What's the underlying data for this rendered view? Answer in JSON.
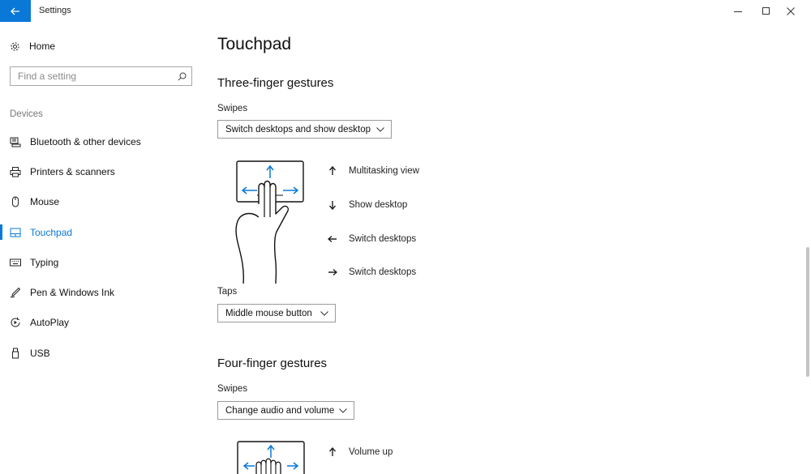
{
  "window": {
    "title": "Settings"
  },
  "sidebar": {
    "home_label": "Home",
    "search_placeholder": "Find a setting",
    "section_label": "Devices",
    "items": [
      {
        "label": "Bluetooth & other devices",
        "icon": "bluetooth-devices-icon"
      },
      {
        "label": "Printers & scanners",
        "icon": "printer-icon"
      },
      {
        "label": "Mouse",
        "icon": "mouse-icon"
      },
      {
        "label": "Touchpad",
        "icon": "touchpad-icon",
        "active": true
      },
      {
        "label": "Typing",
        "icon": "keyboard-icon"
      },
      {
        "label": "Pen & Windows Ink",
        "icon": "pen-icon"
      },
      {
        "label": "AutoPlay",
        "icon": "autoplay-icon"
      },
      {
        "label": "USB",
        "icon": "usb-icon"
      }
    ]
  },
  "main": {
    "title": "Touchpad",
    "three_finger": {
      "heading": "Three-finger gestures",
      "swipes_label": "Swipes",
      "swipes_value": "Switch desktops and show desktop",
      "gestures": [
        {
          "direction": "up",
          "label": "Multitasking view"
        },
        {
          "direction": "down",
          "label": "Show desktop"
        },
        {
          "direction": "left",
          "label": "Switch desktops"
        },
        {
          "direction": "right",
          "label": "Switch desktops"
        }
      ],
      "taps_label": "Taps",
      "taps_value": "Middle mouse button"
    },
    "four_finger": {
      "heading": "Four-finger gestures",
      "swipes_label": "Swipes",
      "swipes_value": "Change audio and volume",
      "gestures": [
        {
          "direction": "up",
          "label": "Volume up"
        }
      ]
    }
  },
  "colors": {
    "accent": "#0a78d7"
  }
}
